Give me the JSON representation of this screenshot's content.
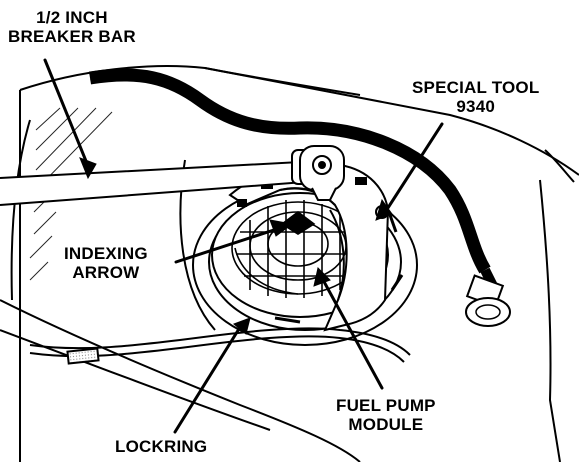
{
  "labels": {
    "breaker_bar": {
      "line1": "1/2 INCH",
      "line2": "BREAKER BAR"
    },
    "special_tool": {
      "line1": "SPECIAL TOOL",
      "line2": "9340"
    },
    "indexing_arrow": {
      "line1": "INDEXING",
      "line2": "ARROW"
    },
    "fuel_pump_module": {
      "line1": "FUEL PUMP",
      "line2": "MODULE"
    },
    "lockring": {
      "line1": "LOCKRING"
    }
  },
  "colors": {
    "ink": "#000000",
    "paper": "#ffffff",
    "shade": "#d9d9d9"
  }
}
